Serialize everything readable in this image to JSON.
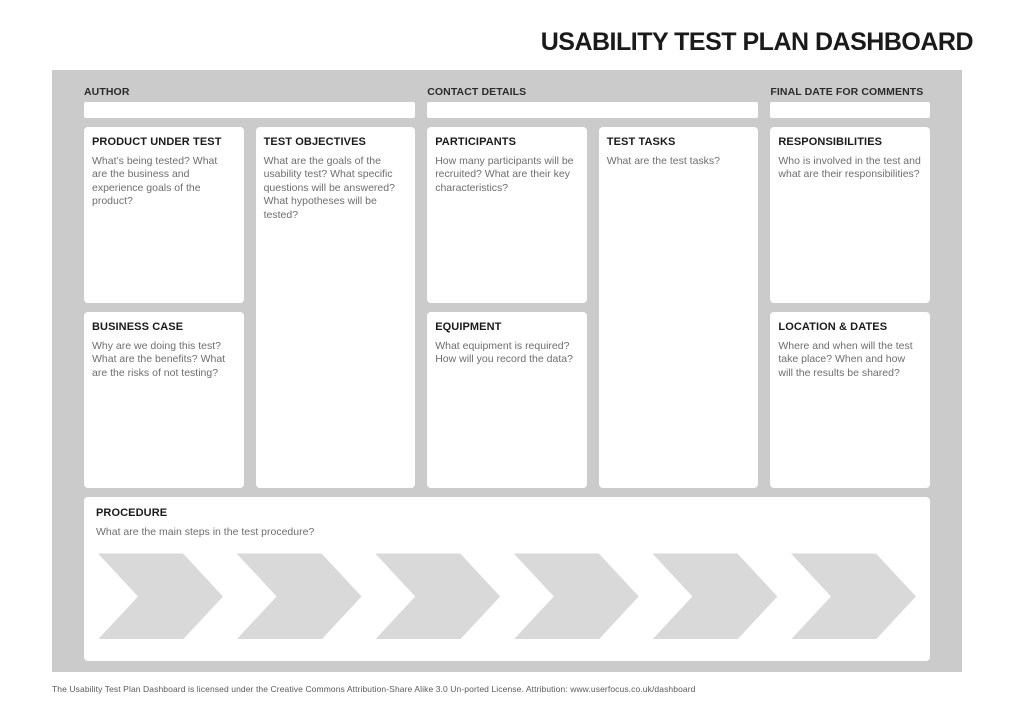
{
  "page": {
    "title": "USABILITY TEST PLAN DASHBOARD",
    "footer": "The Usability Test Plan Dashboard is licensed under the Creative Commons Attribution-Share Alike 3.0 Un-ported License. Attribution: www.userfocus.co.uk/dashboard"
  },
  "header_fields": {
    "author": {
      "label": "AUTHOR",
      "value": "",
      "placeholder": ""
    },
    "contact": {
      "label": "CONTACT DETAILS",
      "value": "",
      "placeholder": ""
    },
    "final_date": {
      "label": "FINAL DATE FOR COMMENTS",
      "value": "",
      "placeholder": ""
    }
  },
  "cards": {
    "product_under_test": {
      "title": "PRODUCT UNDER TEST",
      "prompt": "What’s being tested? What are the business and experience goals of the product?"
    },
    "test_objectives": {
      "title": "TEST OBJECTIVES",
      "prompt": "What are the goals of the usability test? What specific questions will be answered? What hypotheses will be tested?"
    },
    "participants": {
      "title": "PARTICIPANTS",
      "prompt": "How many participants will be recruited? What are their key characteristics?"
    },
    "test_tasks": {
      "title": "TEST TASKS",
      "prompt": "What are the test tasks?"
    },
    "responsibilities": {
      "title": "RESPONSIBILITIES",
      "prompt": "Who is involved in the test and what are their responsibilities?"
    },
    "business_case": {
      "title": "BUSINESS CASE",
      "prompt": "Why are we doing this test? What are the benefits? What are the risks of not testing?"
    },
    "equipment": {
      "title": "EQUIPMENT",
      "prompt": "What equipment is required? How will you record the data?"
    },
    "location_dates": {
      "title": "LOCATION & DATES",
      "prompt": "Where and when will the test take place? When and how will the results be shared?"
    },
    "procedure": {
      "title": "PROCEDURE",
      "prompt": "What are the main steps in the test procedure?",
      "step_count": 6
    }
  },
  "colors": {
    "board_background": "#cbcbcb",
    "card_background": "#ffffff",
    "chevron_fill": "#d9d9d9",
    "title_text": "#1a1a1a",
    "prompt_text": "#6e6e6e"
  }
}
